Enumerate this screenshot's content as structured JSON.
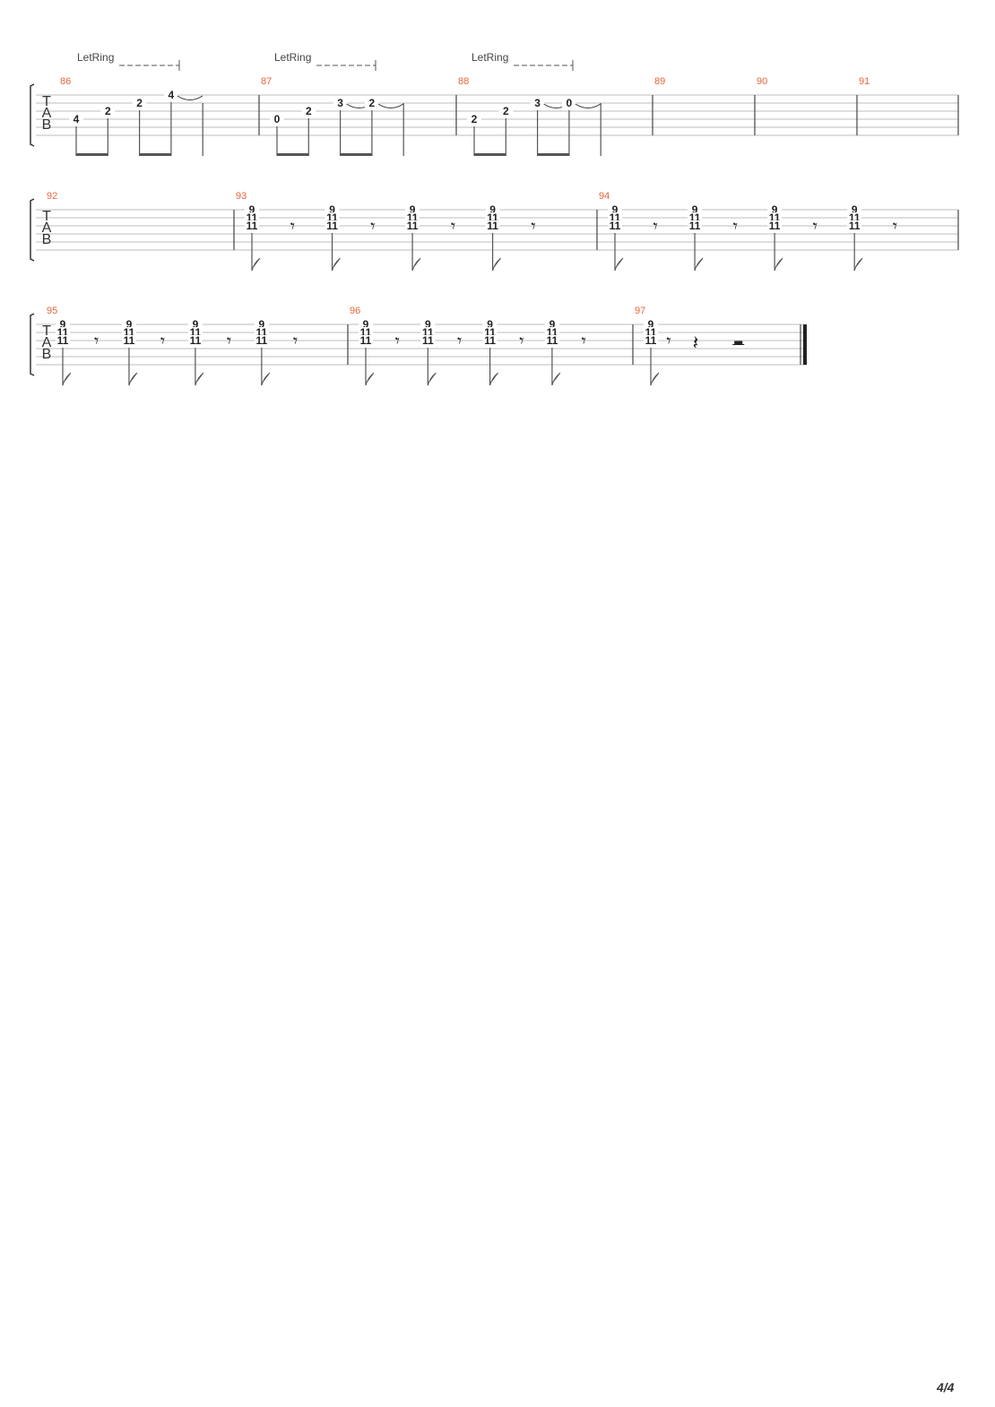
{
  "page": {
    "number": "4/4"
  },
  "let_ring_label": "LetRing",
  "tab_clef": [
    "T",
    "A",
    "B"
  ],
  "rest_glyphs": {
    "eighth": "𝄾",
    "quarter": "𝄽"
  },
  "colors": {
    "measure_number": "#e8643c",
    "ink": "#222222",
    "staff_line": "#bdbdbd",
    "barline": "#444444"
  },
  "systems": [
    {
      "measures": [
        {
          "number": "86",
          "let_ring": true,
          "notes": [
            {
              "beat": 0.5,
              "frets": [
                {
                  "string": 4,
                  "fret": "4"
                }
              ],
              "beam": "start"
            },
            {
              "beat": 1.5,
              "frets": [
                {
                  "string": 3,
                  "fret": "2"
                }
              ],
              "beam": "end"
            },
            {
              "beat": 2.5,
              "frets": [
                {
                  "string": 2,
                  "fret": "2"
                }
              ],
              "beam": "start"
            },
            {
              "beat": 3.5,
              "frets": [
                {
                  "string": 1,
                  "fret": "4"
                }
              ],
              "beam": "end",
              "tie_out": true
            },
            {
              "beat": 4.5,
              "frets": [],
              "stem_only": true
            }
          ]
        },
        {
          "number": "87",
          "let_ring": true,
          "notes": [
            {
              "beat": 0.5,
              "frets": [
                {
                  "string": 4,
                  "fret": "0"
                }
              ],
              "beam": "start"
            },
            {
              "beat": 1.5,
              "frets": [
                {
                  "string": 3,
                  "fret": "2"
                }
              ],
              "beam": "end"
            },
            {
              "beat": 2.5,
              "frets": [
                {
                  "string": 2,
                  "fret": "3"
                }
              ],
              "beam": "start",
              "tie_out": true
            },
            {
              "beat": 3.5,
              "frets": [
                {
                  "string": 2,
                  "fret": "2"
                }
              ],
              "beam": "end",
              "tie_out": true
            },
            {
              "beat": 4.5,
              "frets": [],
              "stem_only": true
            }
          ]
        },
        {
          "number": "88",
          "let_ring": true,
          "notes": [
            {
              "beat": 0.5,
              "frets": [
                {
                  "string": 4,
                  "fret": "2"
                }
              ],
              "beam": "start"
            },
            {
              "beat": 1.5,
              "frets": [
                {
                  "string": 3,
                  "fret": "2"
                }
              ],
              "beam": "end"
            },
            {
              "beat": 2.5,
              "frets": [
                {
                  "string": 2,
                  "fret": "3"
                }
              ],
              "beam": "start",
              "tie_out": true
            },
            {
              "beat": 3.5,
              "frets": [
                {
                  "string": 2,
                  "fret": "0"
                }
              ],
              "beam": "end",
              "tie_out": true
            },
            {
              "beat": 4.5,
              "frets": [],
              "stem_only": true
            }
          ]
        },
        {
          "number": "89",
          "notes": []
        },
        {
          "number": "90",
          "notes": []
        },
        {
          "number": "91",
          "notes": []
        }
      ]
    },
    {
      "measures": [
        {
          "number": "92",
          "notes": []
        },
        {
          "number": "93",
          "notes": [
            {
              "beat": 0.5,
              "frets": [
                {
                  "string": 1,
                  "fret": "9"
                },
                {
                  "string": 2,
                  "fret": "11"
                },
                {
                  "string": 3,
                  "fret": "11"
                }
              ],
              "flag": true
            },
            {
              "beat": 1.0,
              "rest": "eighth"
            },
            {
              "beat": 1.5,
              "frets": [
                {
                  "string": 1,
                  "fret": "9"
                },
                {
                  "string": 2,
                  "fret": "11"
                },
                {
                  "string": 3,
                  "fret": "11"
                }
              ],
              "flag": true
            },
            {
              "beat": 2.0,
              "rest": "eighth"
            },
            {
              "beat": 2.5,
              "frets": [
                {
                  "string": 1,
                  "fret": "9"
                },
                {
                  "string": 2,
                  "fret": "11"
                },
                {
                  "string": 3,
                  "fret": "11"
                }
              ],
              "flag": true
            },
            {
              "beat": 3.0,
              "rest": "eighth"
            },
            {
              "beat": 3.5,
              "frets": [
                {
                  "string": 1,
                  "fret": "9"
                },
                {
                  "string": 2,
                  "fret": "11"
                },
                {
                  "string": 3,
                  "fret": "11"
                }
              ],
              "flag": true
            },
            {
              "beat": 4.0,
              "rest": "eighth"
            }
          ]
        },
        {
          "number": "94",
          "notes": [
            {
              "beat": 0.5,
              "frets": [
                {
                  "string": 1,
                  "fret": "9"
                },
                {
                  "string": 2,
                  "fret": "11"
                },
                {
                  "string": 3,
                  "fret": "11"
                }
              ],
              "flag": true
            },
            {
              "beat": 1.0,
              "rest": "eighth"
            },
            {
              "beat": 1.5,
              "frets": [
                {
                  "string": 1,
                  "fret": "9"
                },
                {
                  "string": 2,
                  "fret": "11"
                },
                {
                  "string": 3,
                  "fret": "11"
                }
              ],
              "flag": true
            },
            {
              "beat": 2.0,
              "rest": "eighth"
            },
            {
              "beat": 2.5,
              "frets": [
                {
                  "string": 1,
                  "fret": "9"
                },
                {
                  "string": 2,
                  "fret": "11"
                },
                {
                  "string": 3,
                  "fret": "11"
                }
              ],
              "flag": true
            },
            {
              "beat": 3.0,
              "rest": "eighth"
            },
            {
              "beat": 3.5,
              "frets": [
                {
                  "string": 1,
                  "fret": "9"
                },
                {
                  "string": 2,
                  "fret": "11"
                },
                {
                  "string": 3,
                  "fret": "11"
                }
              ],
              "flag": true
            },
            {
              "beat": 4.0,
              "rest": "eighth"
            }
          ]
        }
      ]
    },
    {
      "measures": [
        {
          "number": "95",
          "notes": [
            {
              "beat": 0.5,
              "frets": [
                {
                  "string": 1,
                  "fret": "9"
                },
                {
                  "string": 2,
                  "fret": "11"
                },
                {
                  "string": 3,
                  "fret": "11"
                }
              ],
              "flag": true
            },
            {
              "beat": 1.0,
              "rest": "eighth"
            },
            {
              "beat": 1.5,
              "frets": [
                {
                  "string": 1,
                  "fret": "9"
                },
                {
                  "string": 2,
                  "fret": "11"
                },
                {
                  "string": 3,
                  "fret": "11"
                }
              ],
              "flag": true
            },
            {
              "beat": 2.0,
              "rest": "eighth"
            },
            {
              "beat": 2.5,
              "frets": [
                {
                  "string": 1,
                  "fret": "9"
                },
                {
                  "string": 2,
                  "fret": "11"
                },
                {
                  "string": 3,
                  "fret": "11"
                }
              ],
              "flag": true
            },
            {
              "beat": 3.0,
              "rest": "eighth"
            },
            {
              "beat": 3.5,
              "frets": [
                {
                  "string": 1,
                  "fret": "9"
                },
                {
                  "string": 2,
                  "fret": "11"
                },
                {
                  "string": 3,
                  "fret": "11"
                }
              ],
              "flag": true
            },
            {
              "beat": 4.0,
              "rest": "eighth"
            }
          ]
        },
        {
          "number": "96",
          "notes": [
            {
              "beat": 0.5,
              "frets": [
                {
                  "string": 1,
                  "fret": "9"
                },
                {
                  "string": 2,
                  "fret": "11"
                },
                {
                  "string": 3,
                  "fret": "11"
                }
              ],
              "flag": true
            },
            {
              "beat": 1.0,
              "rest": "eighth"
            },
            {
              "beat": 1.5,
              "frets": [
                {
                  "string": 1,
                  "fret": "9"
                },
                {
                  "string": 2,
                  "fret": "11"
                },
                {
                  "string": 3,
                  "fret": "11"
                }
              ],
              "flag": true
            },
            {
              "beat": 2.0,
              "rest": "eighth"
            },
            {
              "beat": 2.5,
              "frets": [
                {
                  "string": 1,
                  "fret": "9"
                },
                {
                  "string": 2,
                  "fret": "11"
                },
                {
                  "string": 3,
                  "fret": "11"
                }
              ],
              "flag": true
            },
            {
              "beat": 3.0,
              "rest": "eighth"
            },
            {
              "beat": 3.5,
              "frets": [
                {
                  "string": 1,
                  "fret": "9"
                },
                {
                  "string": 2,
                  "fret": "11"
                },
                {
                  "string": 3,
                  "fret": "11"
                }
              ],
              "flag": true
            },
            {
              "beat": 4.0,
              "rest": "eighth"
            }
          ]
        },
        {
          "number": "97",
          "final": true,
          "notes": [
            {
              "beat": 0.5,
              "frets": [
                {
                  "string": 1,
                  "fret": "9"
                },
                {
                  "string": 2,
                  "fret": "11"
                },
                {
                  "string": 3,
                  "fret": "11"
                }
              ],
              "flag": true
            },
            {
              "beat": 1.0,
              "rest": "eighth"
            },
            {
              "beat": 1.7,
              "rest": "quarter"
            },
            {
              "beat": 2.9,
              "rest": "half"
            }
          ]
        }
      ]
    }
  ]
}
